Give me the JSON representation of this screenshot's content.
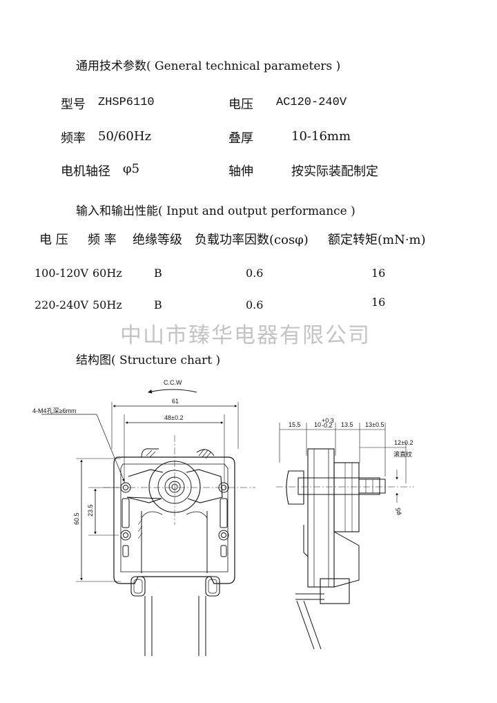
{
  "general": {
    "heading": "通用技术参数( General technical parameters )",
    "model_label": "型号",
    "model_value": "ZHSP6110",
    "voltage_label": "电压",
    "voltage_value": "AC120-240V",
    "freq_label": "频率",
    "freq_value": "50/60Hz",
    "stack_label": "叠厚",
    "stack_value": "10-16mm",
    "shaft_dia_label": "电机轴径",
    "shaft_dia_value": "φ5",
    "shaft_ext_label": "轴伸",
    "shaft_ext_value": "按实际装配制定"
  },
  "io": {
    "heading": "输入和输出性能( Input and output performance )",
    "columns": [
      "电 压",
      "频 率",
      "绝缘等级",
      "负载功率因数(cosφ)",
      "额定转矩(mN·m)"
    ],
    "rows": [
      [
        "100-120V",
        "60Hz",
        "B",
        "0.6",
        "16"
      ],
      [
        "220-240V",
        "50Hz",
        "B",
        "0.6",
        "16"
      ]
    ]
  },
  "watermark": "中山市臻华电器有限公司",
  "structure": {
    "heading": "结构图( Structure chart )",
    "labels": {
      "rotation": "C.C.W",
      "holes": "4-M4孔深≥6mm",
      "width_total": "61",
      "width_holes": "48±0.2",
      "height_total": "60.5",
      "height_holes": "23.5",
      "side_15_5": "15.5",
      "side_10": "10",
      "side_10_tol_up": "+0.3",
      "side_10_tol_dn": "-0.2",
      "side_13_5": "13.5",
      "side_13": "13±0.5",
      "side_12": "12±0.2",
      "knurl": "滚直纹",
      "shaft_phi": "φ5"
    }
  }
}
